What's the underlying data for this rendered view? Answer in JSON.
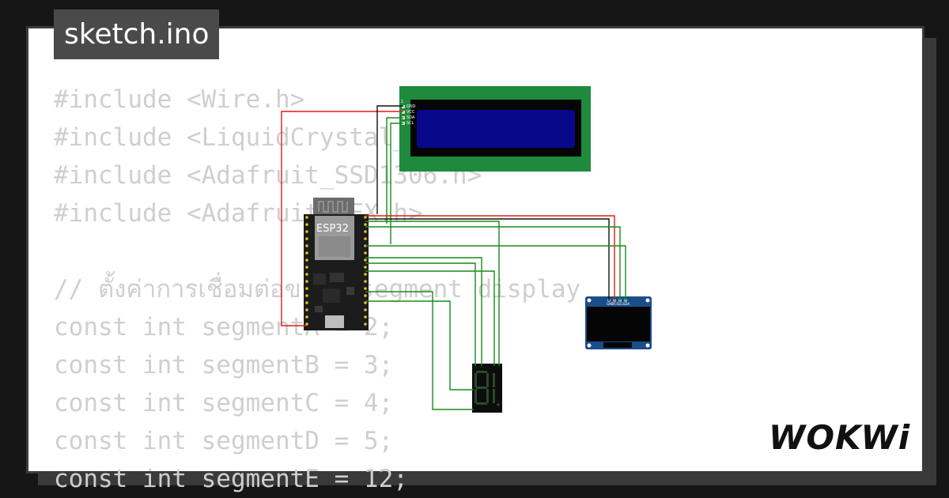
{
  "tab": {
    "filename": "sketch.ino"
  },
  "code_lines": [
    "#include <Wire.h>",
    "#include <LiquidCrystal_I2C.h>",
    "#include <Adafruit_SSD1306.h>",
    "#include <Adafruit_GFX.h>",
    "",
    "// ตั้งค่าการเชื่อมต่อขา 7-segment display",
    "const int segmentA = 2;",
    "const int segmentB = 3;",
    "const int segmentC = 4;",
    "const int segmentD = 5;",
    "const int segmentE = 12;"
  ],
  "esp32": {
    "label": "ESP32"
  },
  "lcd": {
    "pins": [
      "GND",
      "VCC",
      "SDA",
      "SCL"
    ]
  },
  "oled": {
    "pins": [
      "GND",
      "VCC",
      "SCL",
      "SDA"
    ]
  },
  "brand": {
    "logo_text": "WOKWi"
  },
  "colors": {
    "wire_red": "#e01b1b",
    "wire_black": "#111111",
    "wire_green": "#1a8a1a",
    "lcd_board": "#1e8a3c",
    "lcd_screen": "#07088a",
    "oled_board": "#1a4e8a"
  }
}
